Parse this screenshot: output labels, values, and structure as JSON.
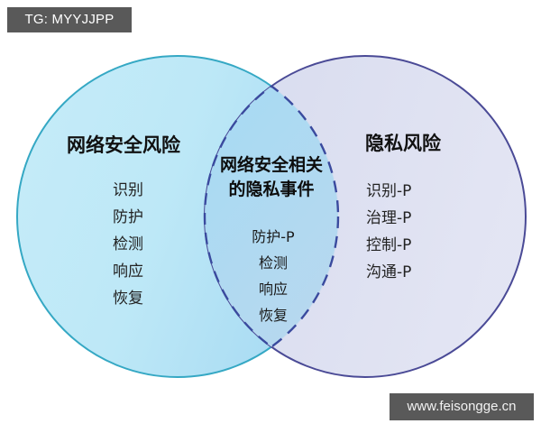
{
  "badge": {
    "label": "TG: MYYJJPP"
  },
  "watermark": {
    "label": "www.feisongge.cn"
  },
  "diagram": {
    "type": "venn-two-set",
    "left_set": {
      "title": "网络安全风险",
      "items": [
        "识别",
        "防护",
        "检测",
        "响应",
        "恢复"
      ],
      "fill_color": "#bfe9f7",
      "stroke_color": "#35a8c4"
    },
    "right_set": {
      "title": "隐私风险",
      "items": [
        "识别-P",
        "治理-P",
        "控制-P",
        "沟通-P"
      ],
      "fill_color": "#dcdff0",
      "stroke_color": "#4a4a96"
    },
    "intersection": {
      "title_line1": "网络安全相关",
      "title_line2": "的隐私事件",
      "items": [
        "防护-P",
        "检测",
        "响应",
        "恢复"
      ],
      "fill_color": "#a9d9f2",
      "stroke_color": "#3a4a9e",
      "stroke_style": "dashed"
    }
  }
}
